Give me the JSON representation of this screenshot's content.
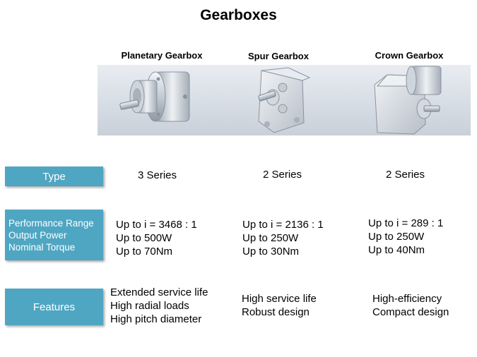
{
  "title": "Gearboxes",
  "columns": [
    {
      "name": "Planetary  Gearbox",
      "series": "3 Series",
      "performance": [
        "Up to i = 3468 : 1",
        "Up to 500W",
        "Up to 70Nm"
      ],
      "features": [
        "Extended service life",
        "High radial loads",
        "High pitch diameter"
      ]
    },
    {
      "name": "Spur Gearbox",
      "series": "2 Series",
      "performance": [
        "Up to i = 2136 : 1",
        "Up to 250W",
        "Up to 30Nm"
      ],
      "features": [
        "High service life",
        "Robust design"
      ]
    },
    {
      "name": "Crown Gearbox",
      "series": "2 Series",
      "performance": [
        "Up to i = 289 : 1",
        "Up to 250W",
        "Up to 40Nm"
      ],
      "features": [
        "High-efficiency",
        "Compact design"
      ]
    }
  ],
  "rows": {
    "type": "Type",
    "performance": [
      "Performance Range",
      "Output Power",
      "Nominal Torque"
    ],
    "features": "Features"
  },
  "colors": {
    "label_bg": "#4fa6c2",
    "label_text": "#ffffff"
  }
}
